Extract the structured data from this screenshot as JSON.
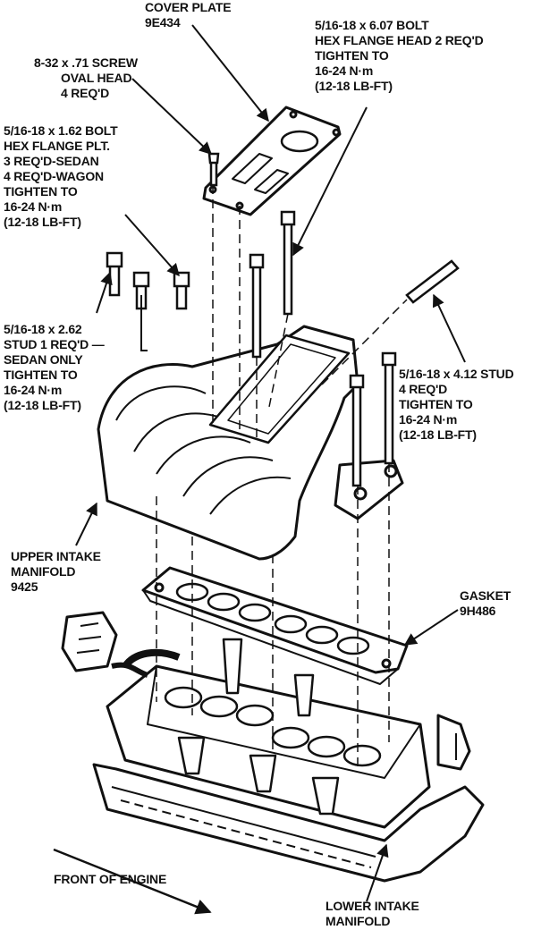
{
  "labels": {
    "cover_plate": [
      "COVER PLATE",
      "9E434"
    ],
    "screw": [
      "8-32 x .71 SCREW",
      "OVAL HEAD",
      "4 REQ'D"
    ],
    "bolt_607": [
      "5/16-18 x 6.07 BOLT",
      "HEX FLANGE HEAD 2 REQ'D",
      "TIGHTEN TO",
      "16-24 N·m",
      "(12-18 LB-FT)"
    ],
    "bolt_162": [
      "5/16-18 x 1.62 BOLT",
      "HEX FLANGE PLT.",
      "3 REQ'D-SEDAN",
      "4 REQ'D-WAGON",
      "TIGHTEN TO",
      "16-24 N·m",
      "(12-18 LB-FT)"
    ],
    "stud_262": [
      "5/16-18 x 2.62",
      "STUD 1 REQ'D —",
      "SEDAN ONLY",
      "TIGHTEN TO",
      "16-24 N·m",
      "(12-18 LB-FT)"
    ],
    "stud_412": [
      "5/16-18 x 4.12 STUD",
      "4 REQ'D",
      "TIGHTEN TO",
      "16-24 N·m",
      "(12-18 LB-FT)"
    ],
    "upper_manifold": [
      "UPPER INTAKE",
      "MANIFOLD",
      "9425"
    ],
    "gasket": [
      "GASKET",
      "9H486"
    ],
    "front_of_engine": [
      "FRONT OF ENGINE"
    ],
    "lower_manifold": [
      "LOWER INTAKE",
      "MANIFOLD"
    ]
  },
  "colors": {
    "ink": "#111111",
    "paper": "#ffffff",
    "shade": "#e6e6e6"
  }
}
